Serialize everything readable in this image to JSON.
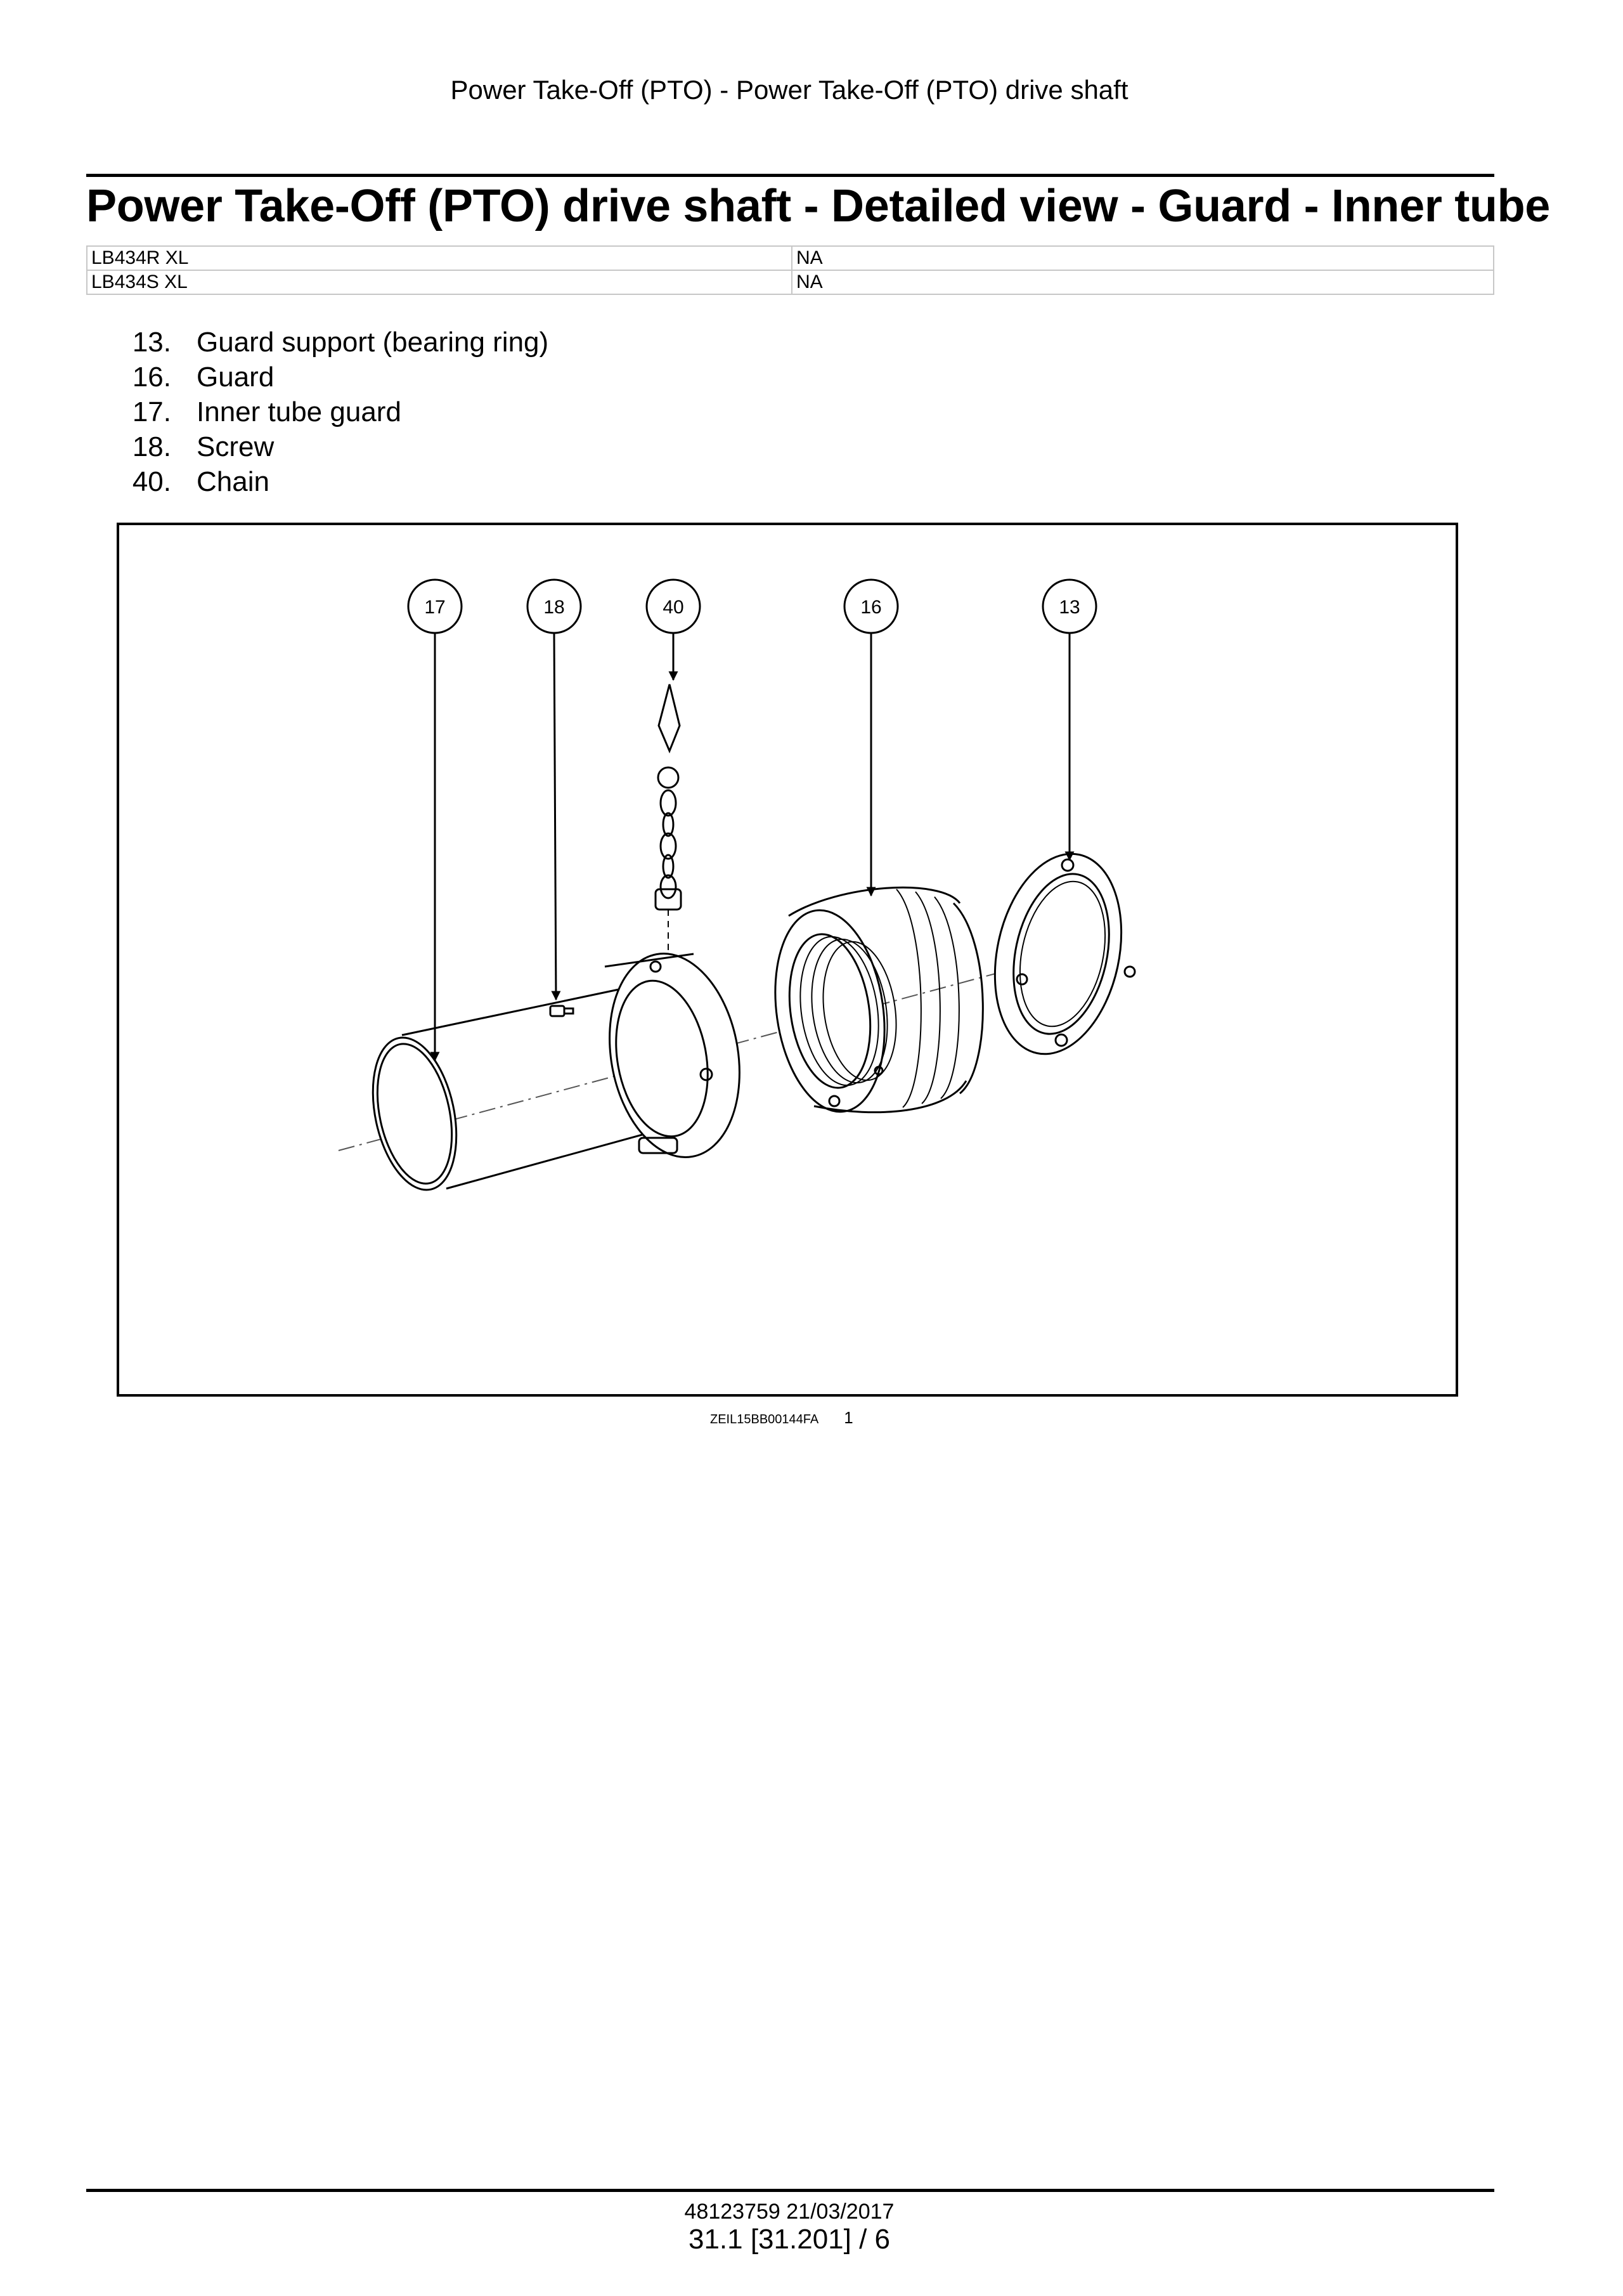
{
  "header": {
    "running_title": "Power Take-Off (PTO) - Power Take-Off (PTO) drive shaft"
  },
  "title": "Power Take-Off (PTO) drive shaft - Detailed view - Guard - Inner tube",
  "models": [
    {
      "model": "LB434R XL",
      "market": "NA"
    },
    {
      "model": "LB434S XL",
      "market": "NA"
    }
  ],
  "legend": [
    {
      "num": "13.",
      "label": "Guard support (bearing ring)"
    },
    {
      "num": "16.",
      "label": "Guard"
    },
    {
      "num": "17.",
      "label": "Inner tube guard"
    },
    {
      "num": "18.",
      "label": "Screw"
    },
    {
      "num": "40.",
      "label": "Chain"
    }
  ],
  "figure": {
    "callouts": [
      "17",
      "18",
      "40",
      "16",
      "13"
    ],
    "image_code": "ZEIL15BB00144FA",
    "figure_number": "1"
  },
  "footer": {
    "doc_code": "48123759 21/03/2017",
    "page_ref": "31.1 [31.201] / 6"
  }
}
